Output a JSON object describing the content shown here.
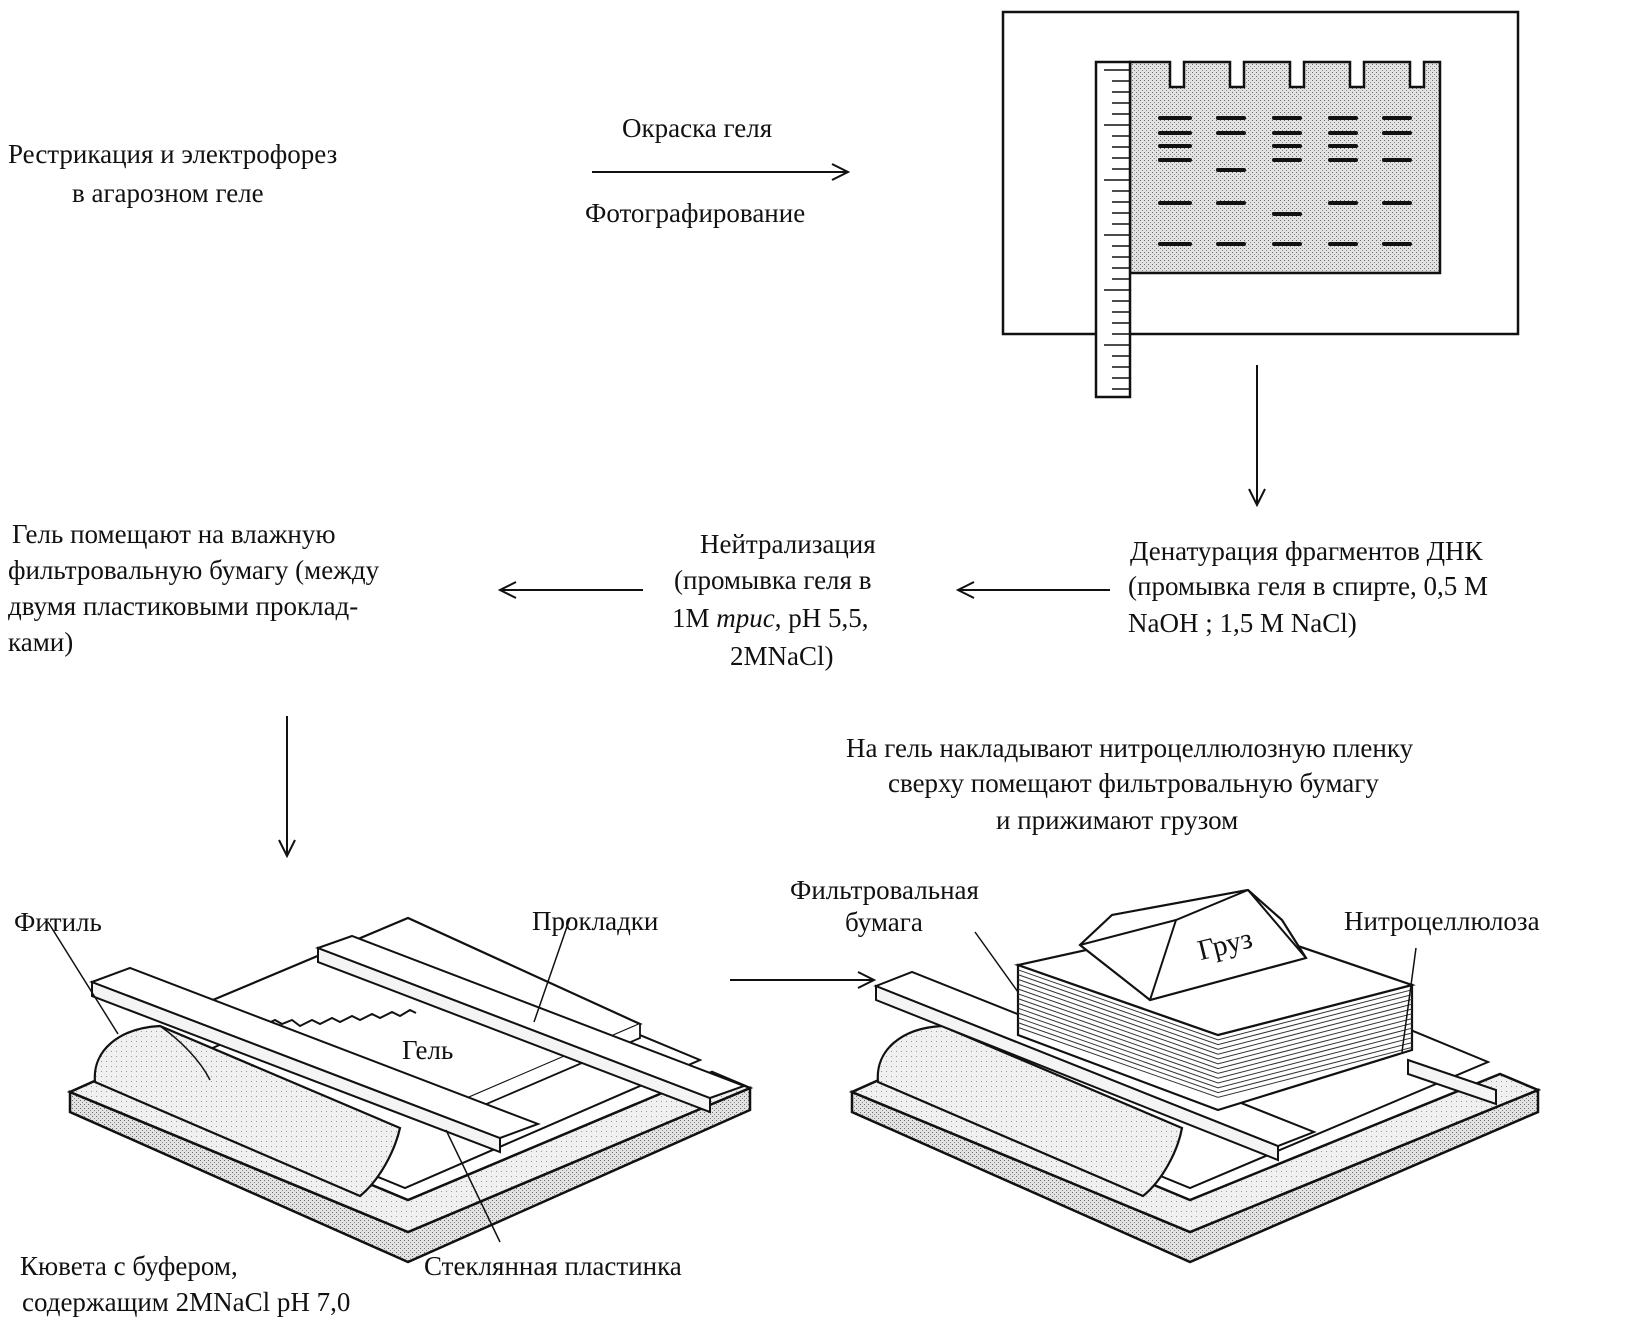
{
  "step_restriction": {
    "line1": "Рестрикация и электрофорез",
    "line2": "в агарозном геле"
  },
  "arrow_top": {
    "above": "Окраска геля",
    "below": "Фотографирование"
  },
  "step_denaturation": {
    "line1": "Денатурация фрагментов ДНК",
    "line2": "(промывка геля в спирте, 0,5 М",
    "line3": "NaOH ; 1,5 M NaCl)"
  },
  "step_neutralization": {
    "line1": "Нейтрализация",
    "line2": "(промывка геля в",
    "line3_prefix": "1М ",
    "line3_italic": "трис",
    "line3_suffix": ", pH 5,5,",
    "line4": "2MNaCl)"
  },
  "step_gel_placement": {
    "line1": "Гель помещают на влажную",
    "line2": "фильтровальную бумагу  (между",
    "line3": "двумя пластиковыми проклад-",
    "line4": "ками)"
  },
  "step_overlay": {
    "line1": "На гель накладывают   нитроцеллюлозную пленку",
    "line2": "сверху помещают фильтровальную бумагу",
    "line3": "и прижимают грузом"
  },
  "left_apparatus": {
    "wick": "Фитиль",
    "spacers": "Прокладки",
    "gel": "Гель",
    "tray_line1": "Кювета с буфером,",
    "tray_line2": "содержащим  2MNaCl pH 7,0",
    "glass_plate": "Стеклянная пластинка"
  },
  "right_apparatus": {
    "filter_paper_line1": "Фильтровальная",
    "filter_paper_line2": "бумага",
    "nitrocellulose": "Нитроцеллюлоза",
    "weight": "Груз"
  }
}
